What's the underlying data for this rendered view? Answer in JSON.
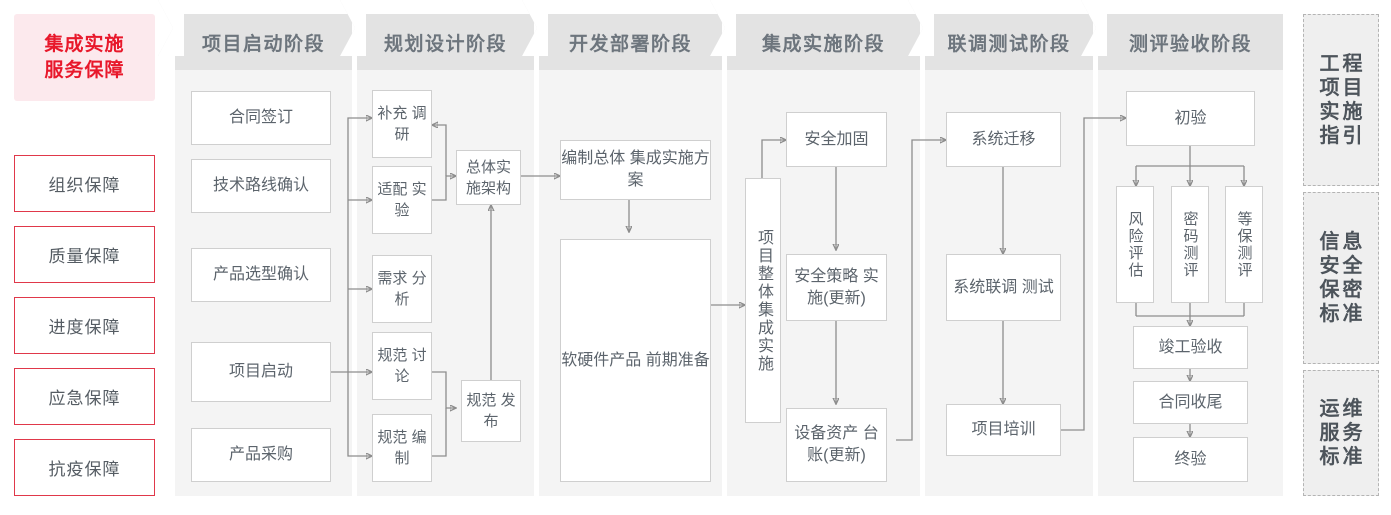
{
  "left_panel": {
    "title_lines": [
      "集成实施",
      "服务保障"
    ],
    "title_color": "#e8182b",
    "title_bg": "#fce9ed",
    "items": [
      {
        "label": "组织保障"
      },
      {
        "label": "质量保障"
      },
      {
        "label": "进度保障"
      },
      {
        "label": "应急保障"
      },
      {
        "label": "抗疫保障"
      }
    ]
  },
  "stages": [
    {
      "header": "项目启动阶段",
      "nodes": [
        {
          "lines": [
            "合同签订"
          ]
        },
        {
          "lines": [
            "技术路线确认"
          ]
        },
        {
          "lines": [
            "产品选型确认"
          ]
        },
        {
          "lines": [
            "项目启动"
          ]
        },
        {
          "lines": [
            "产品采购"
          ]
        }
      ]
    },
    {
      "header": "规划设计阶段",
      "nodes": [
        {
          "lines": [
            "补充",
            "调研"
          ]
        },
        {
          "lines": [
            "适配",
            "实验"
          ]
        },
        {
          "lines": [
            "需求",
            "分析"
          ]
        },
        {
          "lines": [
            "规范",
            "讨论"
          ]
        },
        {
          "lines": [
            "规范",
            "编制"
          ]
        },
        {
          "lines": [
            "总体实",
            "施架构"
          ]
        },
        {
          "lines": [
            "规范",
            "发布"
          ]
        }
      ]
    },
    {
      "header": "开发部署阶段",
      "nodes": [
        {
          "lines": [
            "编制总体",
            "集成实施方案"
          ]
        },
        {
          "lines": [
            "软硬件产品",
            "前期准备"
          ]
        }
      ]
    },
    {
      "header": "集成实施阶段",
      "nodes": [
        {
          "lines": [
            "项目整体集成实施"
          ],
          "vertical": true
        },
        {
          "lines": [
            "安全加固"
          ]
        },
        {
          "lines": [
            "安全策略",
            "实施(更新)"
          ]
        },
        {
          "lines": [
            "设备资产",
            "台账(更新)"
          ]
        }
      ]
    },
    {
      "header": "联调测试阶段",
      "nodes": [
        {
          "lines": [
            "系统迁移"
          ]
        },
        {
          "lines": [
            "系统联调",
            "测试"
          ]
        },
        {
          "lines": [
            "项目培训"
          ]
        }
      ]
    },
    {
      "header": "测评验收阶段",
      "nodes": [
        {
          "lines": [
            "初验"
          ]
        },
        {
          "lines": [
            "风险评估"
          ],
          "vertical": true
        },
        {
          "lines": [
            "密码测评"
          ],
          "vertical": true
        },
        {
          "lines": [
            "等保测评"
          ],
          "vertical": true
        },
        {
          "lines": [
            "竣工验收"
          ]
        },
        {
          "lines": [
            "合同收尾"
          ]
        },
        {
          "lines": [
            "终验"
          ]
        }
      ]
    }
  ],
  "standards_panel": [
    {
      "name": "工程项目实施指引",
      "rows": [
        [
          "工",
          "程"
        ],
        [
          "项",
          "目"
        ],
        [
          "实",
          "施"
        ],
        [
          "指",
          "引"
        ]
      ]
    },
    {
      "name": "信息安全保密标准",
      "rows": [
        [
          "信",
          "息"
        ],
        [
          "安",
          "全"
        ],
        [
          "保",
          "密"
        ],
        [
          "标",
          "准"
        ]
      ]
    },
    {
      "name": "运维服务标准",
      "rows": [
        [
          "运",
          "维"
        ],
        [
          "服",
          "务"
        ],
        [
          "标",
          "准"
        ]
      ]
    }
  ],
  "colors": {
    "accent_red": "#e8182b",
    "red_border": "#e0384a",
    "stage_header_bg": "#e3e3e3",
    "stage_body_bg": "#f4f4f4",
    "node_border": "#cfcfcf",
    "node_text": "#5c646c",
    "connector": "#8d8d8d",
    "standards_bg": "#efefef",
    "standards_border": "#b4b4b4"
  }
}
